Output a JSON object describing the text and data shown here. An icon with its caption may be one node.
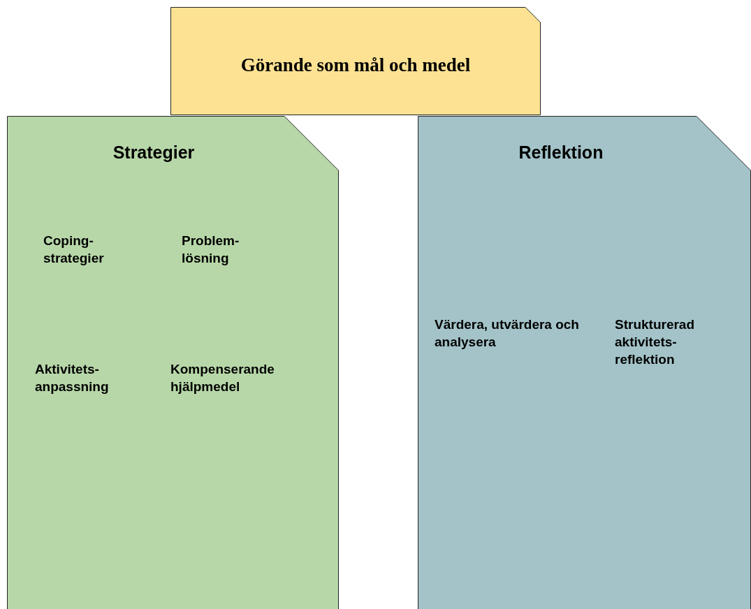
{
  "diagram": {
    "nodes": [
      {
        "text": [
          "Görande som mål och medel"
        ]
      },
      {
        "text": [
          "Strategier",
          "Coping- strategier",
          "Problem- lösning",
          "Aktivitets- anpassning",
          "Kompenserande hjälpmedel"
        ]
      },
      {
        "text": [
          "Reflektion",
          "Värdera, utvärdera och analysera",
          "Strukturerad aktivitets- reflektion"
        ]
      }
    ],
    "edges": []
  }
}
